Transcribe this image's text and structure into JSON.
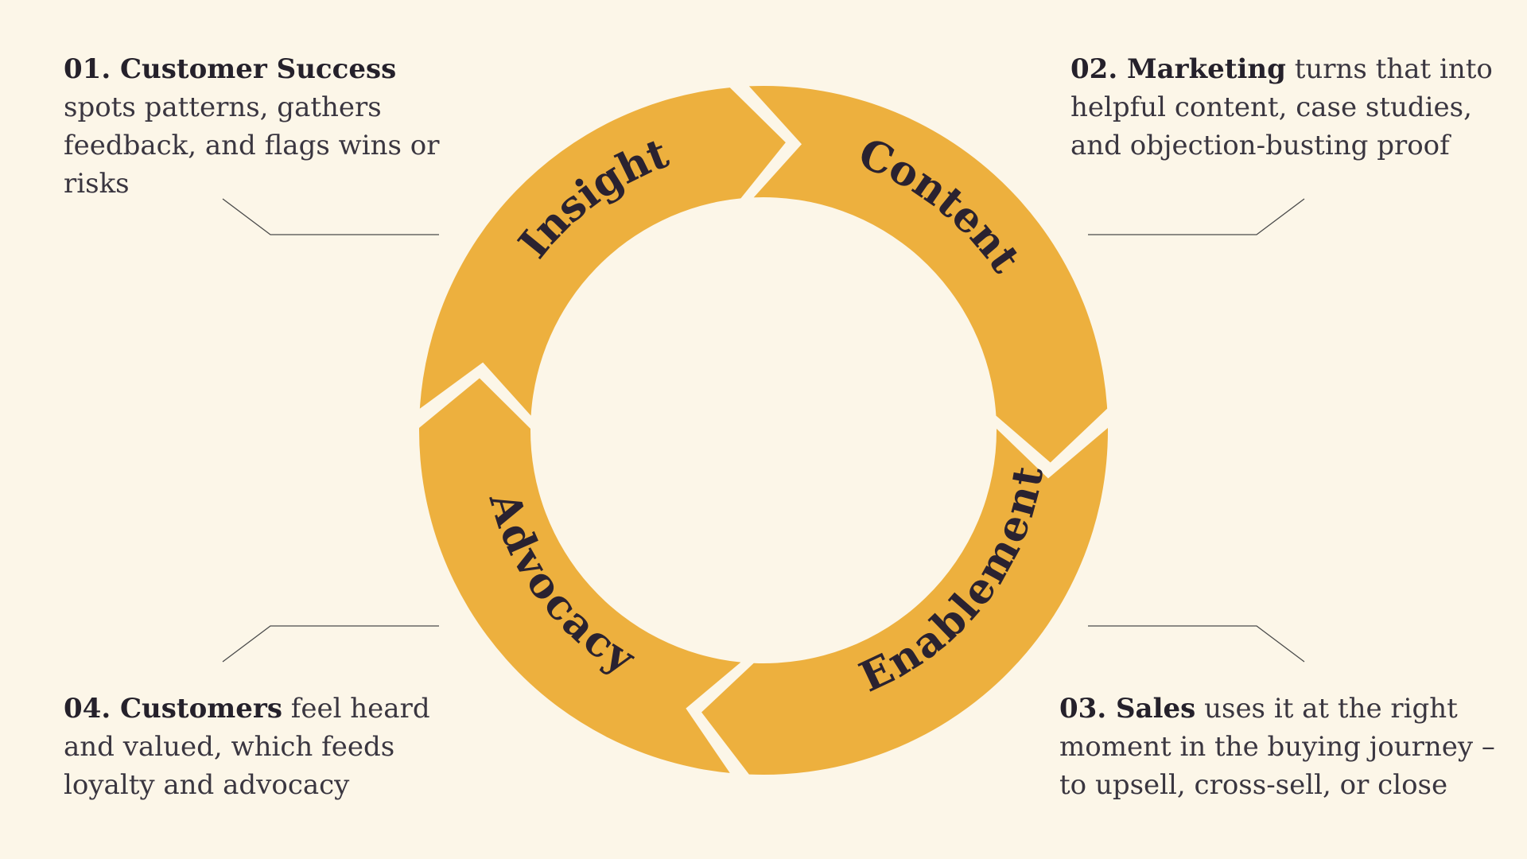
{
  "steps": [
    {
      "label": "Insight",
      "num": "01.",
      "role": "Customer Success",
      "desc": "spots patterns, gathers feedback, and flags wins or risks"
    },
    {
      "label": "Content",
      "num": "02.",
      "role": "Marketing",
      "desc": "turns that into helpful content, case studies, and objection-busting proof"
    },
    {
      "label": "Enablement",
      "num": "03.",
      "role": "Sales",
      "desc": "uses it at the right moment in the buying journey – to upsell, cross-sell, or close"
    },
    {
      "label": "Advocacy",
      "num": "04.",
      "role": "Customers",
      "desc": "feel heard and valued, which feeds loyalty and advocacy"
    }
  ],
  "colors": {
    "segment": "#edb03e",
    "background": "#fcf6e8",
    "text": "#2a2230"
  }
}
